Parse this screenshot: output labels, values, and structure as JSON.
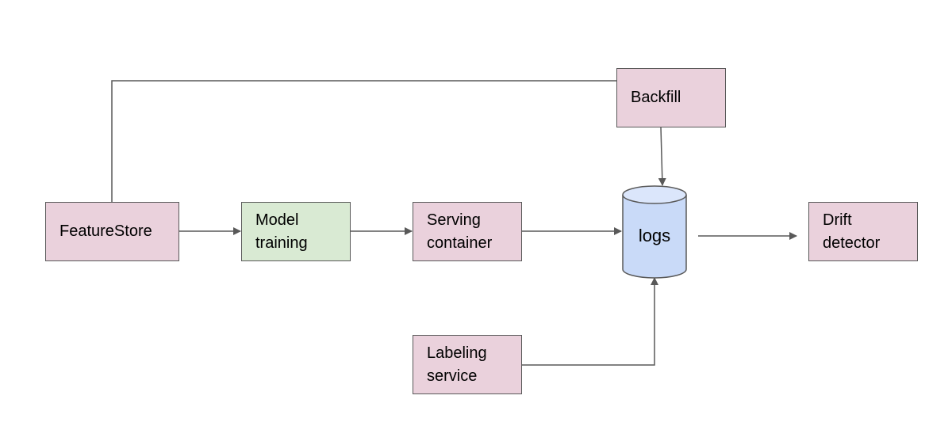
{
  "nodes": {
    "featurestore": {
      "label": "FeatureStore"
    },
    "model_training": {
      "label": "Model\ntraining"
    },
    "serving_container": {
      "label": "Serving\ncontainer"
    },
    "logs": {
      "label": "logs"
    },
    "drift_detector": {
      "label": "Drift\ndetector"
    },
    "backfill": {
      "label": "Backfill"
    },
    "labeling_service": {
      "label": "Labeling\nservice"
    }
  },
  "edges": [
    {
      "from": "featurestore",
      "to": "model_training"
    },
    {
      "from": "model_training",
      "to": "serving_container"
    },
    {
      "from": "serving_container",
      "to": "logs"
    },
    {
      "from": "logs",
      "to": "drift_detector"
    },
    {
      "from": "backfill",
      "to": "logs"
    },
    {
      "from": "labeling_service",
      "to": "logs"
    },
    {
      "from": "featurestore",
      "to": "backfill",
      "arrow": false
    }
  ],
  "colors": {
    "default_node": "#ead1dc",
    "training_node": "#d9ead3",
    "logs_store": "#c9daf8",
    "stroke": "#595959"
  }
}
